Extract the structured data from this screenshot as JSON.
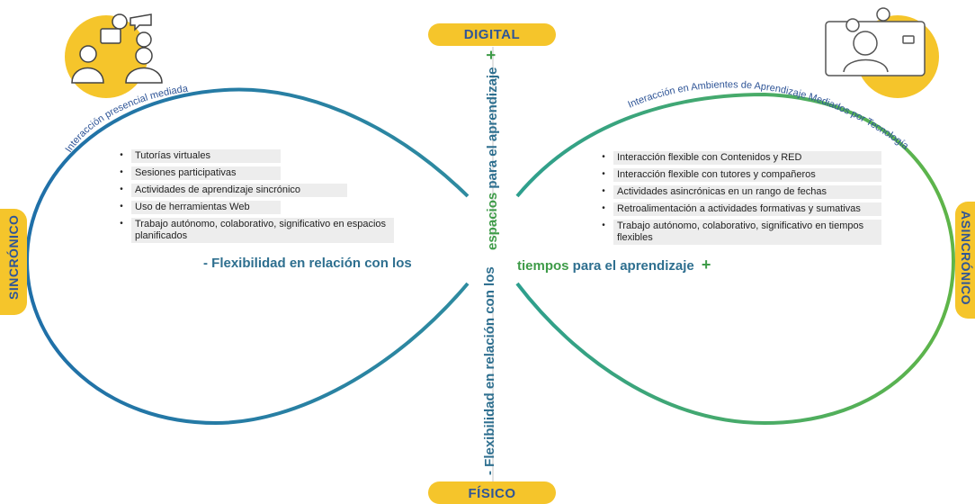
{
  "labels": {
    "digital": "DIGITAL",
    "fisico": "FÍSICO",
    "sincronico": "SINCRÓNICO",
    "asincronico": "ASINCRÓNICO"
  },
  "arcs": {
    "left": "Interacción presencial mediada",
    "right": "Interacción en Ambientes de Aprendizaje Mediados por Tecnología"
  },
  "axis": {
    "horizontal_left": "- Flexibilidad en relación con los",
    "horizontal_right_word": "tiempos",
    "horizontal_right_rest": " para el aprendizaje",
    "plus": "+",
    "vertical_top_word": "espacios",
    "vertical_top_rest": " para el aprendizaje",
    "vertical_bottom": "- Flexibilidad en relación con los"
  },
  "left_list": [
    "Tutorías virtuales",
    "Sesiones participativas",
    "Actividades de aprendizaje sincrónico",
    "Uso de herramientas Web",
    "Trabajo autónomo, colaborativo, significativo en espacios planificados"
  ],
  "right_list": [
    "Interacción flexible con Contenidos y RED",
    "Interacción flexible con tutores y compañeros",
    "Actividades asincrónicas en un rango de fechas",
    "Retroalimentación a actividades formativas y sumativas",
    "Trabajo autónomo, colaborativo, significativo en tiempos flexibles"
  ],
  "icons": {
    "left": "meeting-people-icon",
    "right": "video-call-icon"
  },
  "colors": {
    "yellow": "#F5C52B",
    "blue": "#2F5597",
    "teal": "#2E6F8F",
    "green": "#3E9B48"
  }
}
